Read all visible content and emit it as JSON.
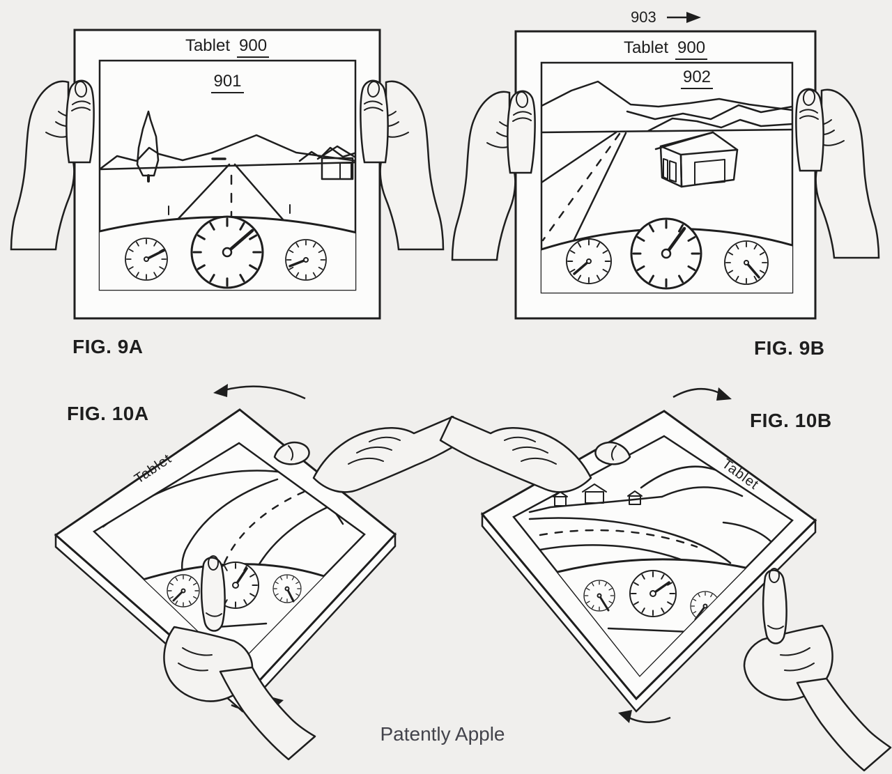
{
  "palette": {
    "background": "#f0efed",
    "paper": "#fcfcfb",
    "ink": "#1e1e1e",
    "credit_ink": "#43434b"
  },
  "credit": "Patently Apple",
  "fig9a": {
    "label": "FIG. 9A",
    "bezel_text": "Tablet",
    "bezel_ref": "900",
    "screen_ref": "901"
  },
  "fig9b": {
    "label": "FIG. 9B",
    "bezel_text": "Tablet",
    "bezel_ref": "900",
    "screen_ref": "902",
    "motion_ref": "903"
  },
  "fig10a": {
    "label": "FIG. 10A",
    "edge_text": "Tablet"
  },
  "fig10b": {
    "label": "FIG. 10B",
    "edge_text": "Tablet"
  }
}
